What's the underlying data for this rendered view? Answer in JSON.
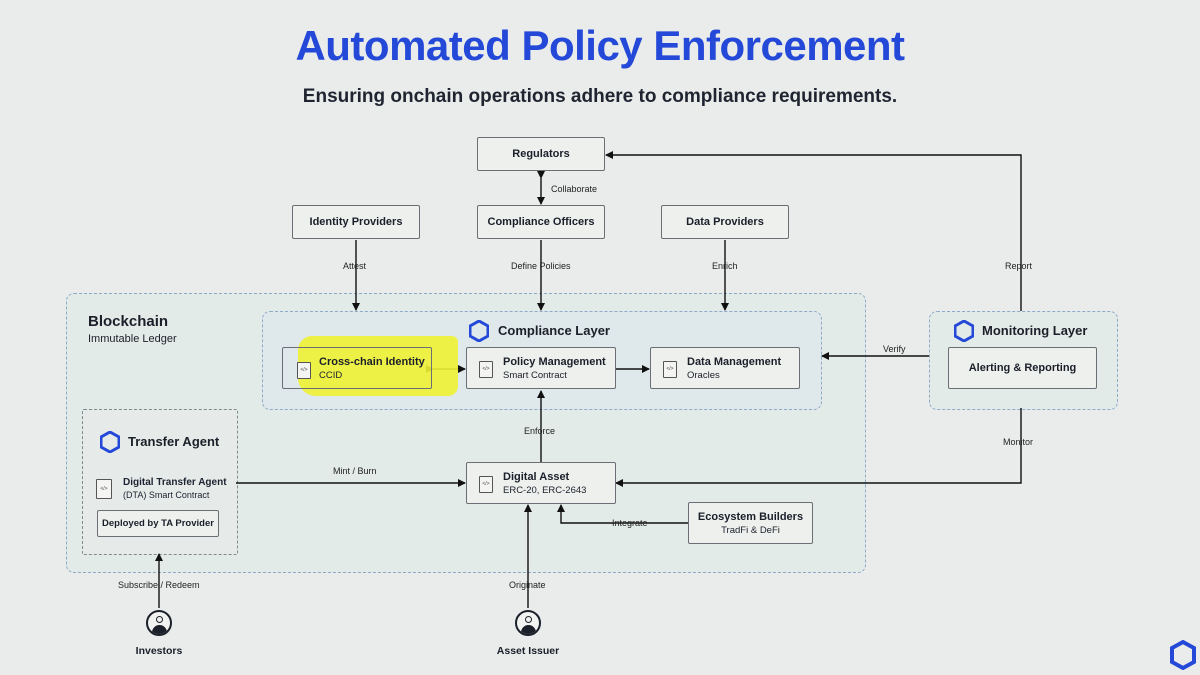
{
  "title": "Automated Policy Enforcement",
  "subtitle": "Ensuring onchain operations adhere to compliance requirements.",
  "top": {
    "regulators": "Regulators",
    "identity_providers": "Identity Providers",
    "compliance_officers": "Compliance Officers",
    "data_providers": "Data Providers"
  },
  "blockchain": {
    "title": "Blockchain",
    "subtitle": "Immutable Ledger"
  },
  "compliance_layer": {
    "title": "Compliance Layer",
    "ccid": {
      "title": "Cross-chain Identity",
      "sub": "CCID"
    },
    "policy": {
      "title": "Policy Management",
      "sub": "Smart Contract"
    },
    "data": {
      "title": "Data Management",
      "sub": "Oracles"
    }
  },
  "monitoring_layer": {
    "title": "Monitoring Layer",
    "alerting": "Alerting & Reporting"
  },
  "transfer_agent": {
    "title": "Transfer Agent",
    "dta_title": "Digital Transfer Agent",
    "dta_sub": "(DTA) Smart Contract",
    "deployed": "Deployed by TA Provider"
  },
  "digital_asset": {
    "title": "Digital Asset",
    "sub": "ERC-20, ERC-2643"
  },
  "ecosystem": {
    "title": "Ecosystem Builders",
    "sub": "TradFi & DeFi"
  },
  "edges": {
    "collaborate": "Collaborate",
    "attest": "Attest",
    "define_policies": "Define Policies",
    "enrich": "Enrich",
    "report": "Report",
    "verify": "Verify",
    "monitor": "Monitor",
    "enforce": "Enforce",
    "mint_burn": "Mint / Burn",
    "integrate": "Integrate",
    "subscribe_redeem": "Subscribe / Redeem",
    "originate": "Originate"
  },
  "actors": {
    "investors": "Investors",
    "asset_issuer": "Asset Issuer"
  },
  "colors": {
    "accent": "#2448d8",
    "highlight": "#f0f233",
    "region_border": "#8fa9c8"
  },
  "icons": {
    "chainlink": "chainlink-hex-icon",
    "document": "smart-contract-doc-icon",
    "user": "user-icon"
  }
}
